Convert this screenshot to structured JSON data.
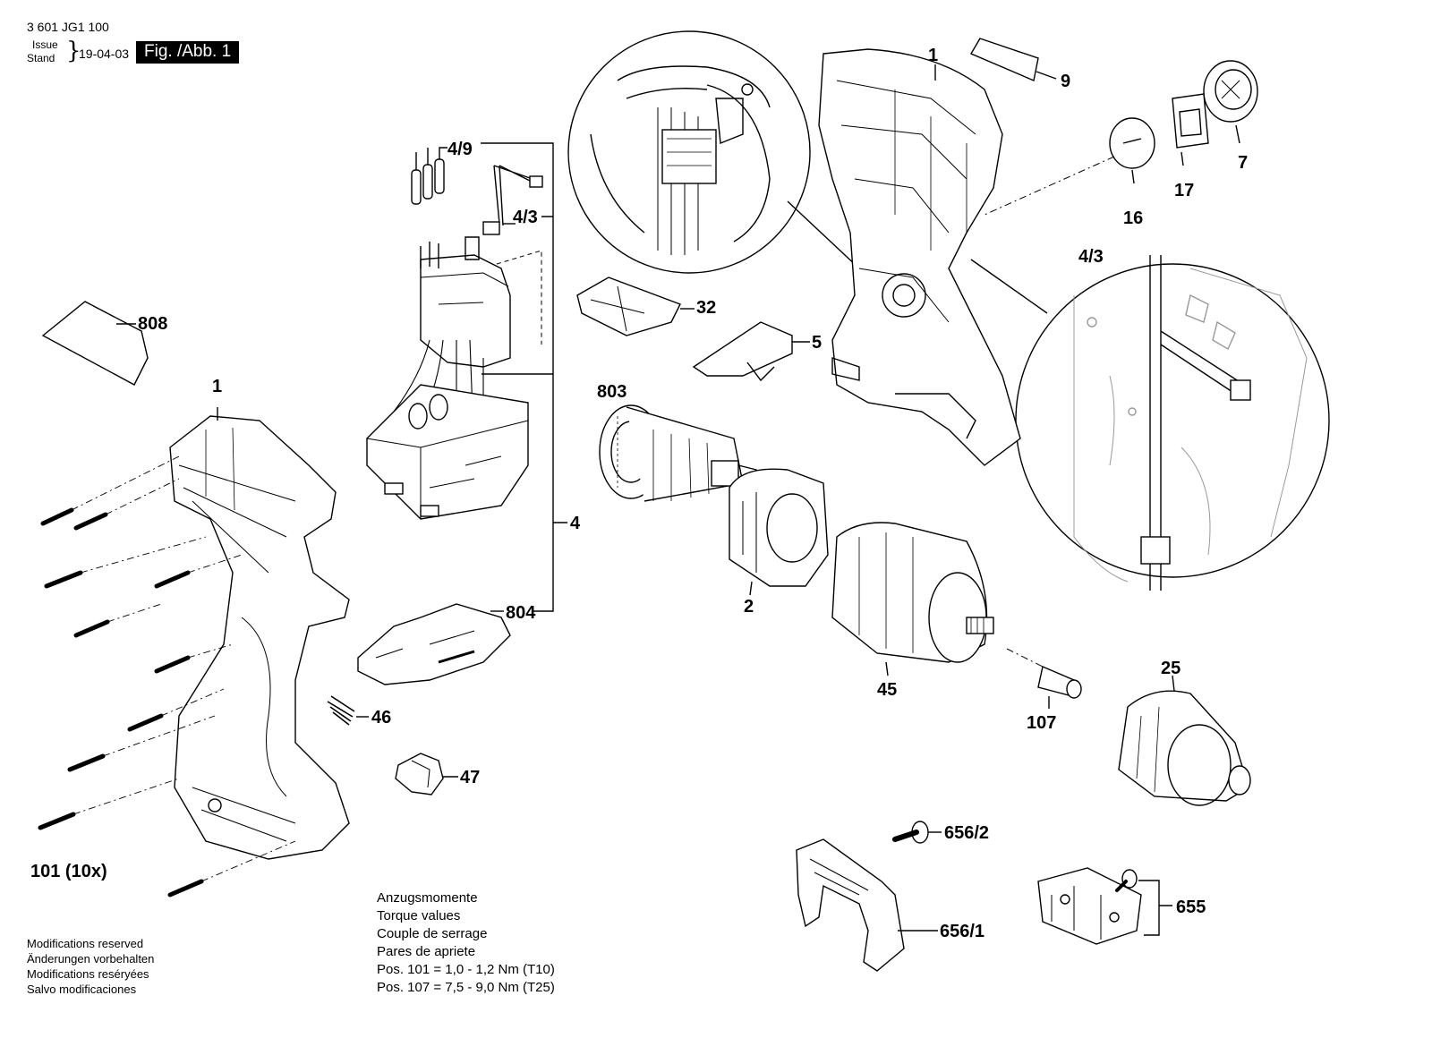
{
  "header": {
    "doc_number": "3 601 JG1 100",
    "issue_label": "Issue",
    "stand_label": "Stand",
    "issue_date": "19-04-03",
    "figure_label": "Fig. /Abb. 1"
  },
  "parts": {
    "p1_top": "1",
    "p9": "9",
    "p7": "7",
    "p17": "17",
    "p16": "16",
    "p4_9": "4/9",
    "p4_3_left": "4/3",
    "p4_3_right": "4/3",
    "p808": "808",
    "p32": "32",
    "p5": "5",
    "p1_left": "1",
    "p803": "803",
    "p4": "4",
    "p804": "804",
    "p2": "2",
    "p45": "45",
    "p46": "46",
    "p107": "107",
    "p25": "25",
    "p47": "47",
    "p101": "101 (10x)",
    "p656_2": "656/2",
    "p656_1": "656/1",
    "p655": "655"
  },
  "torque": {
    "title_de": "Anzugsmomente",
    "title_en": "Torque values",
    "title_fr": "Couple de serrage",
    "title_es": "Pares de apriete",
    "line_101": "Pos. 101  =  1,0 - 1,2 Nm (T10)",
    "line_107": "Pos. 107  =  7,5 - 9,0 Nm (T25)"
  },
  "modifications": {
    "en": "Modifications reserved",
    "de": "Änderungen vorbehalten",
    "fr": "Modifications reséryées",
    "es": "Salvo modificaciones"
  }
}
